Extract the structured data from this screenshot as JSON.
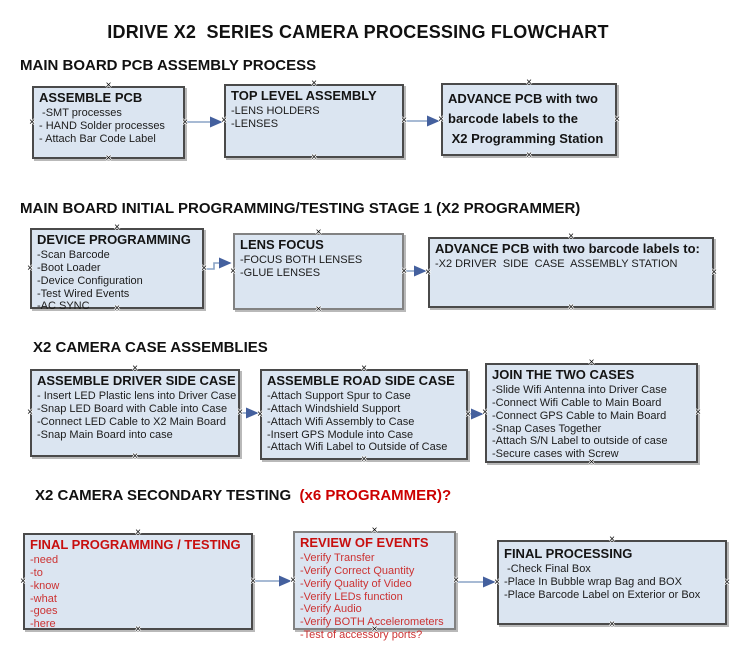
{
  "page_title": "IDRIVE X2  SERIES CAMERA PROCESSING FLOWCHART",
  "colors": {
    "box_fill": "#dbe5f1",
    "box_border": "#4a4a4a",
    "box_border_gray": "#828282",
    "connector_line": "#8aa4c6",
    "connector_arrowhead": "#44609e",
    "heading_red": "#cc0000",
    "red_box_title": "#c80f0f",
    "red_box_text": "#cc3333",
    "text": "#1a1a1a"
  },
  "sections": [
    {
      "heading": "MAIN BOARD PCB ASSEMBLY PROCESS",
      "boxes": [
        {
          "title": "ASSEMBLE PCB",
          "items": [
            " -SMT processes",
            "- HAND Solder processes",
            "- Attach Bar Code Label"
          ]
        },
        {
          "title": "TOP LEVEL ASSEMBLY",
          "items": [
            "-LENS HOLDERS",
            "-LENSES"
          ]
        },
        {
          "title": "",
          "items": [
            "ADVANCE PCB with two",
            "barcode labels to the",
            " X2 Programming Station"
          ]
        }
      ]
    },
    {
      "heading": "MAIN BOARD INITIAL PROGRAMMING/TESTING STAGE 1 (X2 PROGRAMMER)",
      "boxes": [
        {
          "title": "DEVICE PROGRAMMING",
          "items": [
            "-Scan Barcode",
            "-Boot Loader",
            "-Device Configuration",
            "-Test Wired Events",
            "-AC SYNC"
          ]
        },
        {
          "title": "LENS FOCUS",
          "items": [
            "-FOCUS BOTH LENSES",
            "-GLUE LENSES"
          ]
        },
        {
          "title": "ADVANCE PCB with two barcode labels to:",
          "items": [
            "-X2 DRIVER  SIDE  CASE  ASSEMBLY STATION"
          ]
        }
      ]
    },
    {
      "heading": "X2 CAMERA CASE ASSEMBLIES",
      "boxes": [
        {
          "title": "ASSEMBLE DRIVER SIDE CASE",
          "items": [
            "- Insert LED Plastic lens into Driver Case",
            "-Snap LED Board with Cable into Case",
            "-Connect LED Cable to X2 Main Board",
            "-Snap Main Board into case"
          ]
        },
        {
          "title": "ASSEMBLE ROAD SIDE CASE",
          "items": [
            "-Attach Support Spur to Case",
            "-Attach Windshield Support",
            "-Attach Wifi Assembly to Case",
            "-Insert GPS Module into Case",
            "-Attach Wifi Label to Outside of Case"
          ]
        },
        {
          "title": "JOIN THE TWO CASES",
          "items": [
            "-Slide Wifi Antenna into Driver Case",
            "-Connect Wifi Cable to Main Board",
            "-Connect GPS Cable to Main Board",
            "-Snap Cases Together",
            "-Attach S/N Label to outside of case",
            "-Secure cases with Screw"
          ]
        }
      ]
    },
    {
      "heading": "X2 CAMERA SECONDARY TESTING ",
      "heading_red": " (x6 PROGRAMMER)?",
      "boxes": [
        {
          "title": "FINAL PROGRAMMING / TESTING",
          "items": [
            "-need",
            "-to",
            "-know",
            "-what",
            "-goes",
            "-here"
          ]
        },
        {
          "title": "REVIEW OF EVENTS",
          "items": [
            "-Verify Transfer",
            "-Verify Correct Quantity",
            "-Verify Quality of Video",
            "-Verify LEDs function",
            "-Verify Audio",
            "-Verify BOTH Accelerometers",
            "-Test of accessory ports?"
          ]
        },
        {
          "title": "FINAL PROCESSING",
          "items": [
            " -Check Final Box",
            "-Place In Bubble wrap Bag and BOX",
            "-Place Barcode Label on Exterior or Box"
          ]
        }
      ]
    }
  ]
}
